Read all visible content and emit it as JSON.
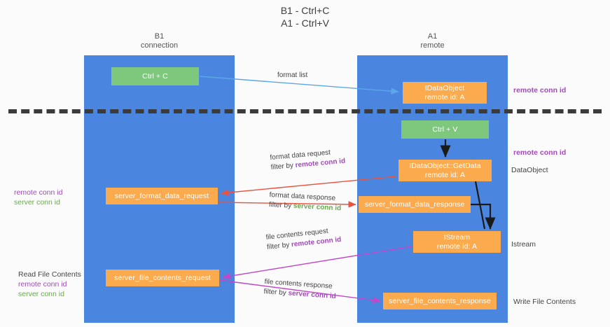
{
  "title": {
    "line1": "B1 - Ctrl+C",
    "line2": "A1 - Ctrl+V"
  },
  "columns": [
    {
      "name": "B1",
      "role": "connection"
    },
    {
      "name": "A1",
      "role": "remote"
    }
  ],
  "headers": {
    "b1_name": "B1",
    "b1_role": "connection",
    "a1_name": "A1",
    "a1_role": "remote"
  },
  "nodes": {
    "ctrl_c": {
      "label": "Ctrl + C",
      "color": "#7ec87e"
    },
    "ctrl_v": {
      "label": "Ctrl + V",
      "color": "#7ec87e"
    },
    "idataobject": {
      "label": "IDataObject",
      "sub": "remote id: A",
      "color": "#fbab4e"
    },
    "getdata": {
      "label": "IDataObject::GetData",
      "sub": "remote id: A",
      "color": "#fbab4e"
    },
    "istream": {
      "label": "IStream",
      "sub": "remote id: A",
      "color": "#fbab4e"
    },
    "server_format_data_request": {
      "label": "server_format_data_request",
      "color": "#fbab4e"
    },
    "server_format_data_response": {
      "label": "server_format_data_response",
      "color": "#fbab4e"
    },
    "server_file_contents_request": {
      "label": "server_file_contents_request",
      "color": "#fbab4e"
    },
    "server_file_contents_response": {
      "label": "server_file_contents_response",
      "color": "#fbab4e"
    }
  },
  "flows": {
    "format_list": {
      "label": "format list"
    },
    "format_data_request": {
      "label": "format data request",
      "filter_prefix": "filter by ",
      "filter_key": "remote conn id"
    },
    "format_data_response": {
      "label": "format data response",
      "filter_prefix": "filter by ",
      "filter_key": "server conn id"
    },
    "file_contents_request": {
      "label": "file contents request",
      "filter_prefix": "filter by ",
      "filter_key": "remote conn id"
    },
    "file_contents_response": {
      "label": "file contents response",
      "filter_prefix": "filter by ",
      "filter_key": "server conn id"
    }
  },
  "annotations": {
    "remote_conn_id_top": "remote conn id",
    "remote_conn_id_mid": "remote conn id",
    "dataobject": "DataObject",
    "istream": "Istream",
    "write_file_contents": "Write File Contents",
    "read_file_contents": "Read File Contents",
    "remote_conn_id": "remote conn id",
    "server_conn_id": "server conn id"
  },
  "colors": {
    "lane": "#4a86e0",
    "green_node": "#7ec87e",
    "orange_node": "#fbab4e",
    "divider": "#3b3b3b",
    "purple_text": "#a14ab8",
    "green_text": "#6aa84f",
    "arrow_blue": "#5ba7e8",
    "arrow_red": "#e8543f",
    "arrow_magenta": "#c248c8",
    "arrow_black": "#1a1a1a",
    "background": "#fbfbfb"
  }
}
